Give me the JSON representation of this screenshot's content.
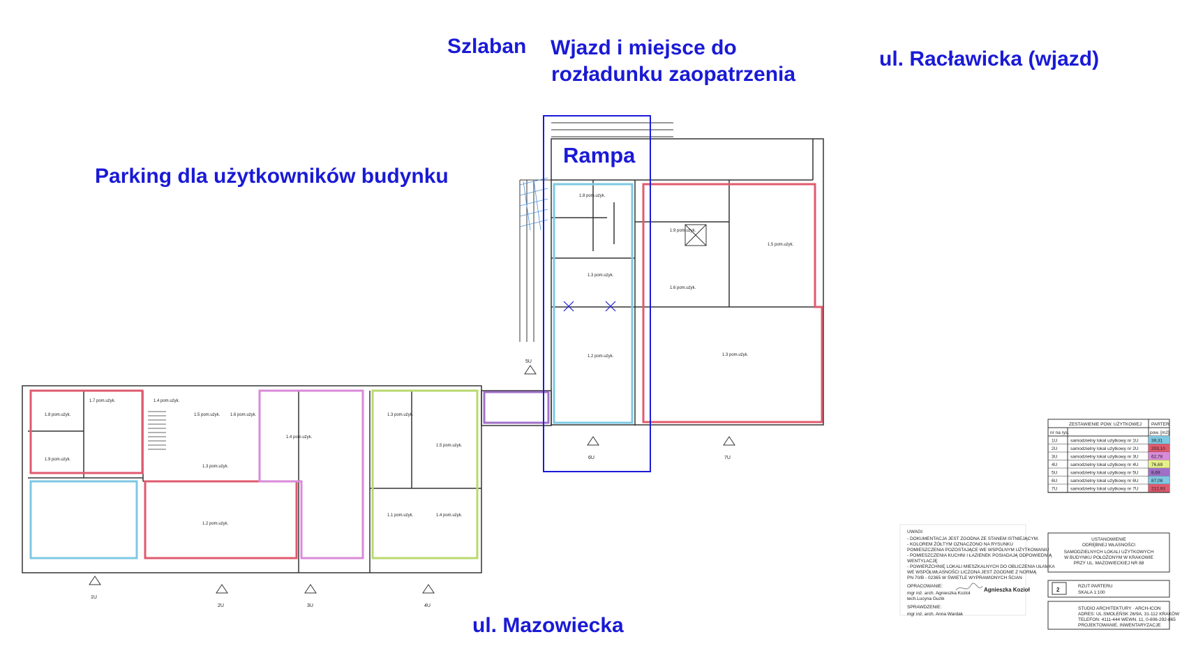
{
  "labels": {
    "szlaban": "Szlaban",
    "wjazd_line1": "Wjazd i miejsce do",
    "wjazd_line2": "rozładunku zaopatrzenia",
    "raclawicka": "ul. Racławicka (wjazd)",
    "rampa": "Rampa",
    "parking": "Parking dla użytkowników budynku",
    "mazowiecka": "ul. Mazowiecka"
  },
  "colors": {
    "label_blue": "#1a1ad6",
    "unit_1U": "#7ec8e3",
    "unit_2U": "#e05a6e",
    "unit_3U": "#d98ad9",
    "unit_4U": "#b8d96e",
    "unit_5U": "#a070c8",
    "unit_6U": "#7ec8e3",
    "unit_7U": "#e05a6e",
    "rampa_box": "#1a1ad6"
  },
  "entrances": [
    "1U",
    "2U",
    "3U",
    "4U",
    "5U",
    "6U",
    "7U"
  ],
  "table": {
    "title": "ZESTAWIENIE POW. UŻYTKOWEJ",
    "col_level": "PARTER",
    "col_nr": "nr na rys.",
    "col_area": "pow. [m2]",
    "rows": [
      {
        "nr": "1U",
        "desc": "samodzielny lokal użytkowy nr 1U",
        "area": "39,31",
        "color": "#7ec8e3"
      },
      {
        "nr": "2U",
        "desc": "samodzielny lokal użytkowy nr 2U",
        "area": "203,10",
        "color": "#e05a6e"
      },
      {
        "nr": "3U",
        "desc": "samodzielny lokal użytkowy nr 3U",
        "area": "62,78",
        "color": "#d98ad9"
      },
      {
        "nr": "4U",
        "desc": "samodzielny lokal użytkowy nr 4U",
        "area": "76,69",
        "color": "#e6f08a"
      },
      {
        "nr": "5U",
        "desc": "samodzielny lokal użytkowy nr 5U",
        "area": "8,69",
        "color": "#a070c8"
      },
      {
        "nr": "6U",
        "desc": "samodzielny lokal użytkowy nr 6U",
        "area": "87,08",
        "color": "#7ec8e3"
      },
      {
        "nr": "7U",
        "desc": "samodzielny lokal użytkowy nr 7U",
        "area": "212,93",
        "color": "#e05a6e"
      }
    ]
  },
  "notes": {
    "title": "UWAGI:",
    "lines": [
      "- DOKUMENTACJA JEST ZGODNA ZE STANEM ISTNIEJĄCYM.",
      "- KOLOREM ŻÓŁTYM OZNACZONO NA RYSUNKU",
      "  POMIESZCZENIA POZOSTAJĄCE WE WSPÓLNYM UŻYTKOWANIU",
      "- POMIESZCZENIA KUCHNI I ŁAZIENEK POSIADAJĄ ODPOWIEDNIĄ",
      "  WENTYLACJĘ",
      "- POWIERZCHNIĘ LOKALI MIESZKALNYCH DO OBLICZENIA UŁAMKA",
      "  WE WSPÓŁWŁASNOŚCI LICZONA JEST ZGODNIE Z NORMĄ",
      "  PN 70/B - 02365 W ŚWIETLE WYPRAWIONYCH ŚCIAN"
    ],
    "opracowanie": "OPRACOWANIE:",
    "opr_line1": "mgr inż. arch. Agnieszka Kozioł",
    "opr_line2": "tech.Lucyna Guzik",
    "sprawdzenie": "SPRAWDZENIE:",
    "spr_line1": "mgr inż. arch. Anna Wardak",
    "stamp_name": "Agnieszka Kozioł"
  },
  "titleblock": {
    "line1": "USTANOWIENIE",
    "line2": "ODRĘBNEJ WŁASNOŚCI",
    "line3": "SAMODZIELNYCH LOKALI UŻYTKOWYCH",
    "line4": "W BUDYNKU POŁOŻONYM W KRAKOWIE",
    "line5": "PRZY UL. MAZOWIECKIEJ NR 88",
    "sheet_no": "2",
    "sheet_title": "RZUT PARTERU",
    "scale": "SKALA 1:100",
    "studio1": "STUDIO ARCHITEKTURY · ARCH-ICON",
    "studio2": "ADRES: UL.SMOLEŃSK 26/9A, 31-112 KRAKÓW",
    "studio3": "TELEFON: 4111-444 WEWN. 11, 0-606-292-865",
    "studio4": "PROJEKTOWANIE, INWENTARYZACJE"
  },
  "rooms": [
    {
      "id": "1.8",
      "name": "pom.użyk."
    },
    {
      "id": "1.7",
      "name": "pom.użyk."
    },
    {
      "id": "1.4",
      "name": "pom.użyk."
    },
    {
      "id": "1.5",
      "name": "pom.użyk."
    },
    {
      "id": "1.6",
      "name": "pom.użyk."
    },
    {
      "id": "1.9",
      "name": "pom.użyk."
    },
    {
      "id": "1.2",
      "name": "pom.użyk."
    },
    {
      "id": "1.3",
      "name": "pom.użyk."
    },
    {
      "id": "1.1",
      "name": "pom.użyk."
    }
  ]
}
